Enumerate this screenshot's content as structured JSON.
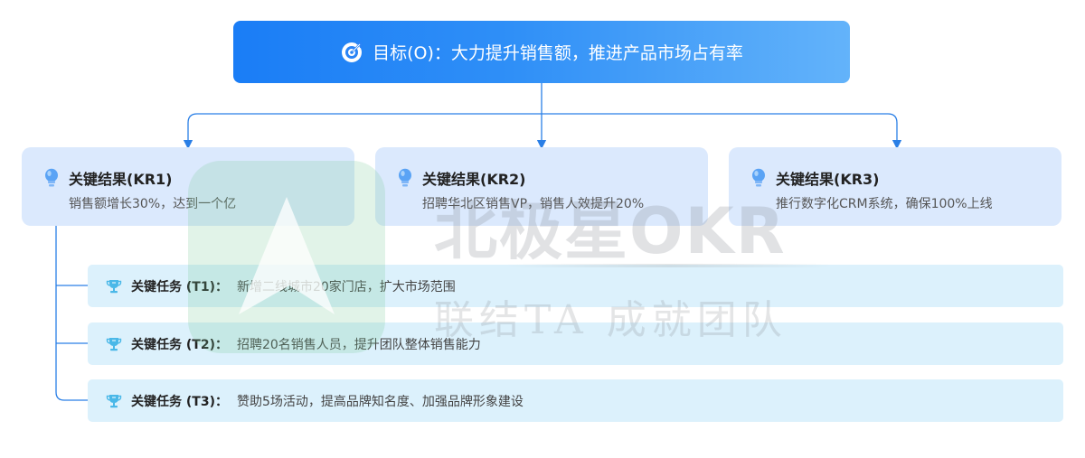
{
  "objective": {
    "label": "目标(O)：大力提升销售额，推进产品市场占有率",
    "icon": "target-icon",
    "colors": {
      "start": "#1a7df6",
      "end": "#63b3fa"
    }
  },
  "key_results": [
    {
      "title": "关键结果(KR1)",
      "desc": "销售额增长30%，达到一个亿",
      "icon": "lightbulb-icon"
    },
    {
      "title": "关键结果(KR2)",
      "desc": "招聘华北区销售VP，销售人效提升20%",
      "icon": "lightbulb-icon"
    },
    {
      "title": "关键结果(KR3)",
      "desc": "推行数字化CRM系统，确保100%上线",
      "icon": "lightbulb-icon"
    }
  ],
  "tasks": [
    {
      "label": "关键任务 (T1)：",
      "text": "新增二线城市20家门店，扩大市场范围",
      "icon": "trophy-icon"
    },
    {
      "label": "关键任务 (T2)：",
      "text": "招聘20名销售人员，提升团队整体销售能力",
      "icon": "trophy-icon"
    },
    {
      "label": "关键任务 (T3)：",
      "text": "赞助5场活动，提高品牌知名度、加强品牌形象建设",
      "icon": "trophy-icon"
    }
  ],
  "watermark": {
    "brand": "北极星OKR",
    "slogan": "联结TA 成就团队"
  },
  "colors": {
    "connector": "#2a7fe6",
    "kr_bg": "#dbe9fd",
    "task_bg": "#dcf1fc"
  }
}
